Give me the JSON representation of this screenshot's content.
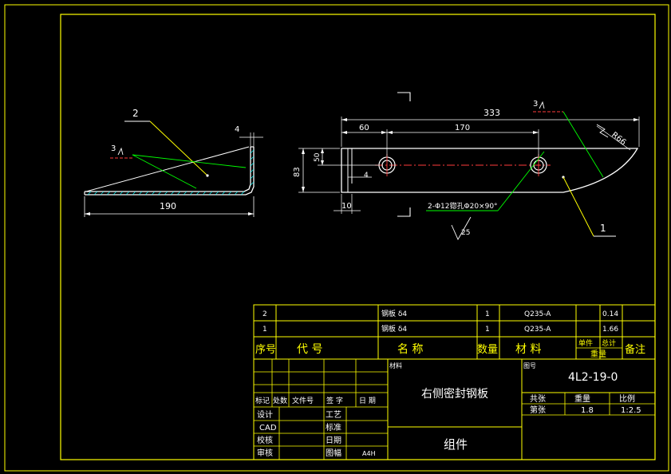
{
  "colors": {
    "background": "#000000",
    "frame": "#ffff00",
    "outline": "#ffffff",
    "leader": "#00ff00",
    "centerline": "#ff3b3b",
    "hatch": "#00ffff"
  },
  "side_view": {
    "balloon": "2",
    "surface_mark": "3",
    "dim_width": "190",
    "dim_thickness": "4"
  },
  "front_view": {
    "balloon": "1",
    "surface_mark": "3",
    "dim_total": "333",
    "dim_left": "60",
    "dim_hole_spacing": "170",
    "dim_angle_r": "R66",
    "dim_height": "83",
    "dim_hole_height": "50",
    "dim_bottom": "10",
    "dim_thickness": "4",
    "hole_note": "2-Φ12锪孔Φ20×90°",
    "hole_roughness": "25"
  },
  "bom": {
    "rows": [
      {
        "seq": "2",
        "code": "",
        "name": "钢板  δ4",
        "qty": "1",
        "material": "Q235-A",
        "unit_weight": "0.14",
        "total_weight": "",
        "remark": ""
      },
      {
        "seq": "1",
        "code": "",
        "name": "钢板  δ4",
        "qty": "1",
        "material": "Q235-A",
        "unit_weight": "1.66",
        "total_weight": "",
        "remark": ""
      }
    ],
    "headers": {
      "seq": "序号",
      "code": "代  号",
      "name": "名  称",
      "qty": "数量",
      "material": "材  料",
      "unit_weight": "单件",
      "total_weight": "总计",
      "weight": "重量",
      "remark": "备注"
    }
  },
  "title_block": {
    "rev_headers": [
      "标记",
      "处数",
      "文件号",
      "签  字",
      "日  期"
    ],
    "roles": [
      "设计",
      "CAD",
      "校核",
      "审核"
    ],
    "roles_right": [
      "工艺",
      "标准",
      "日期",
      "图幅"
    ],
    "sheet_size": "A4H",
    "material_label": "材料",
    "drawing_name": "右侧密封钢板",
    "code_label": "图号",
    "drawing_no": "4L2-19-0",
    "info_labels": [
      "共张",
      "重量",
      "比例"
    ],
    "sheet_label": "第张",
    "weight": "1.8",
    "scale": "1:2.5",
    "type": "组件"
  }
}
